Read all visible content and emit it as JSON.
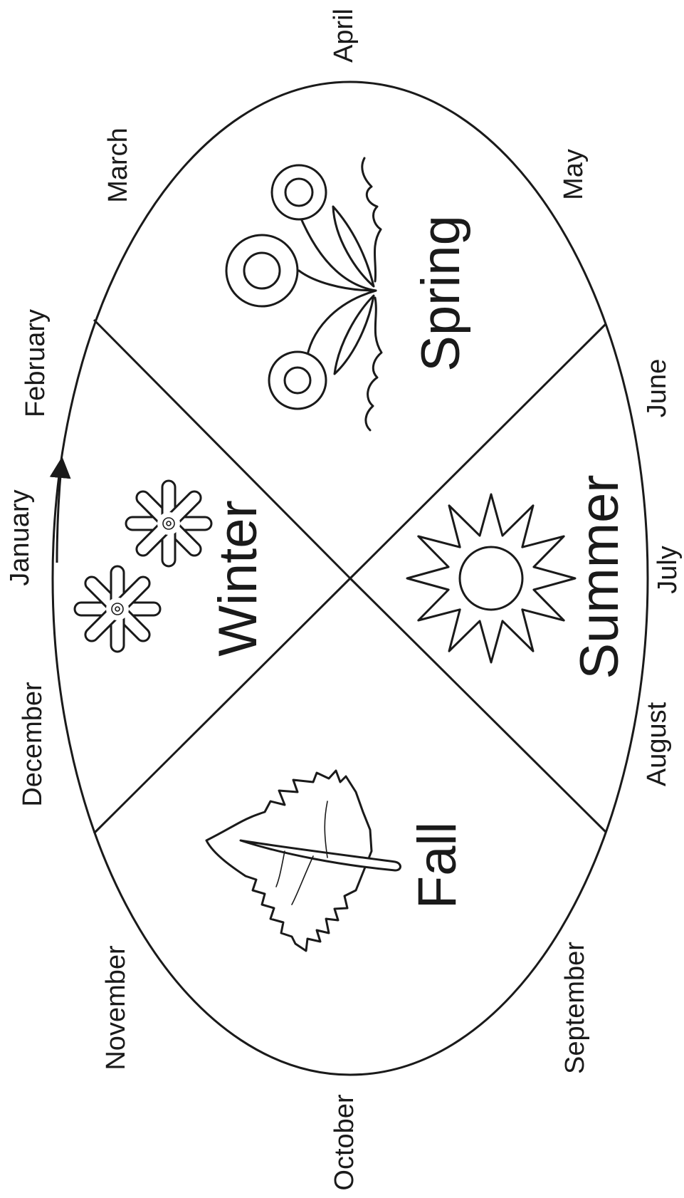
{
  "months": {
    "april": "April",
    "may": "May",
    "june": "June",
    "july": "July",
    "august": "August",
    "september": "September",
    "october": "October",
    "november": "November",
    "december": "December",
    "january": "January",
    "february": "February",
    "march": "March"
  },
  "seasons": {
    "spring": "Spring",
    "summer": "Summer",
    "fall": "Fall",
    "winter": "Winter"
  },
  "icons": {
    "spring": "flower-icon",
    "summer": "sun-icon",
    "fall": "leaf-icon",
    "winter": "snowflake-icon"
  },
  "colors": {
    "ink": "#1a1a1a",
    "background": "#ffffff"
  }
}
